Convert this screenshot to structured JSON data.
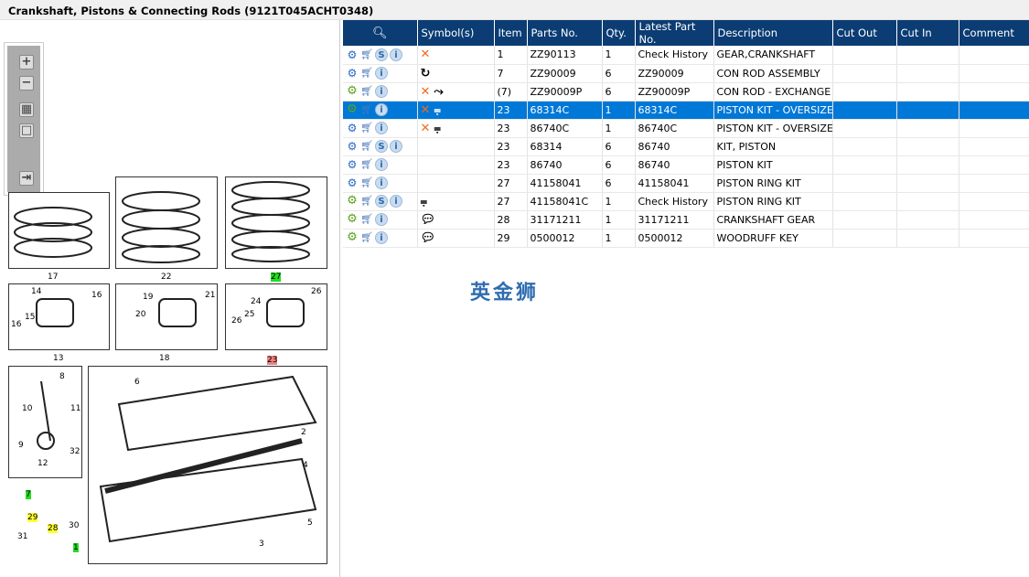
{
  "title": "Crankshaft, Pistons & Connecting Rods (9121T045ACHT0348)",
  "toolbar": {
    "zoom_in": "+",
    "zoom_out": "−",
    "grid": "▦",
    "fit": "□",
    "export": "⇥"
  },
  "callouts": [
    "17",
    "22",
    "27",
    "14",
    "16",
    "15",
    "16",
    "13",
    "19",
    "20",
    "21",
    "18",
    "24",
    "26",
    "25",
    "26",
    "23",
    "8",
    "10",
    "11",
    "9",
    "32",
    "12",
    "7",
    "29",
    "28",
    "30",
    "31",
    "1",
    "6",
    "2",
    "4",
    "5",
    "3"
  ],
  "table": {
    "headers": [
      "",
      "Symbol(s)",
      "Item",
      "Parts No.",
      "Qty.",
      "Latest Part No.",
      "Description",
      "Cut Out",
      "Cut In",
      "Comment"
    ],
    "rows": [
      {
        "gear": "multi",
        "s": true,
        "symbols": [
          "x"
        ],
        "item": "1",
        "part": "ZZ90113",
        "qty": "1",
        "latest": "Check History",
        "desc": "GEAR,CRANKSHAFT"
      },
      {
        "gear": "multi",
        "s": false,
        "symbols": [
          "cycle"
        ],
        "item": "7",
        "part": "ZZ90009",
        "qty": "6",
        "latest": "ZZ90009",
        "desc": "CON ROD ASSEMBLY"
      },
      {
        "gear": "single",
        "s": false,
        "symbols": [
          "x",
          "split"
        ],
        "item": "(7)",
        "part": "ZZ90009P",
        "qty": "6",
        "latest": "ZZ90009P",
        "desc": "CON ROD - EXCHANGE"
      },
      {
        "gear": "single",
        "s": false,
        "symbols": [
          "x",
          "compress"
        ],
        "item": "23",
        "part": "68314C",
        "qty": "1",
        "latest": "68314C",
        "desc": "PISTON KIT - OVERSIZE",
        "selected": true
      },
      {
        "gear": "multi",
        "s": false,
        "symbols": [
          "x",
          "compress"
        ],
        "item": "23",
        "part": "86740C",
        "qty": "1",
        "latest": "86740C",
        "desc": "PISTON KIT - OVERSIZE"
      },
      {
        "gear": "multi",
        "s": true,
        "symbols": [],
        "item": "23",
        "part": "68314",
        "qty": "6",
        "latest": "86740",
        "desc": "KIT, PISTON"
      },
      {
        "gear": "multi",
        "s": false,
        "symbols": [],
        "item": "23",
        "part": "86740",
        "qty": "6",
        "latest": "86740",
        "desc": "PISTON KIT"
      },
      {
        "gear": "multi",
        "s": false,
        "symbols": [],
        "item": "27",
        "part": "41158041",
        "qty": "6",
        "latest": "41158041",
        "desc": "PISTON RING KIT"
      },
      {
        "gear": "single",
        "s": true,
        "symbols": [
          "compress"
        ],
        "item": "27",
        "part": "41158041C",
        "qty": "1",
        "latest": "Check History",
        "desc": "PISTON RING KIT"
      },
      {
        "gear": "single",
        "s": false,
        "symbols": [
          "note"
        ],
        "item": "28",
        "part": "31171211",
        "qty": "1",
        "latest": "31171211",
        "desc": "CRANKSHAFT GEAR"
      },
      {
        "gear": "single",
        "s": false,
        "symbols": [
          "note"
        ],
        "item": "29",
        "part": "0500012",
        "qty": "1",
        "latest": "0500012",
        "desc": "WOODRUFF KEY"
      }
    ]
  },
  "watermark": "英金狮"
}
